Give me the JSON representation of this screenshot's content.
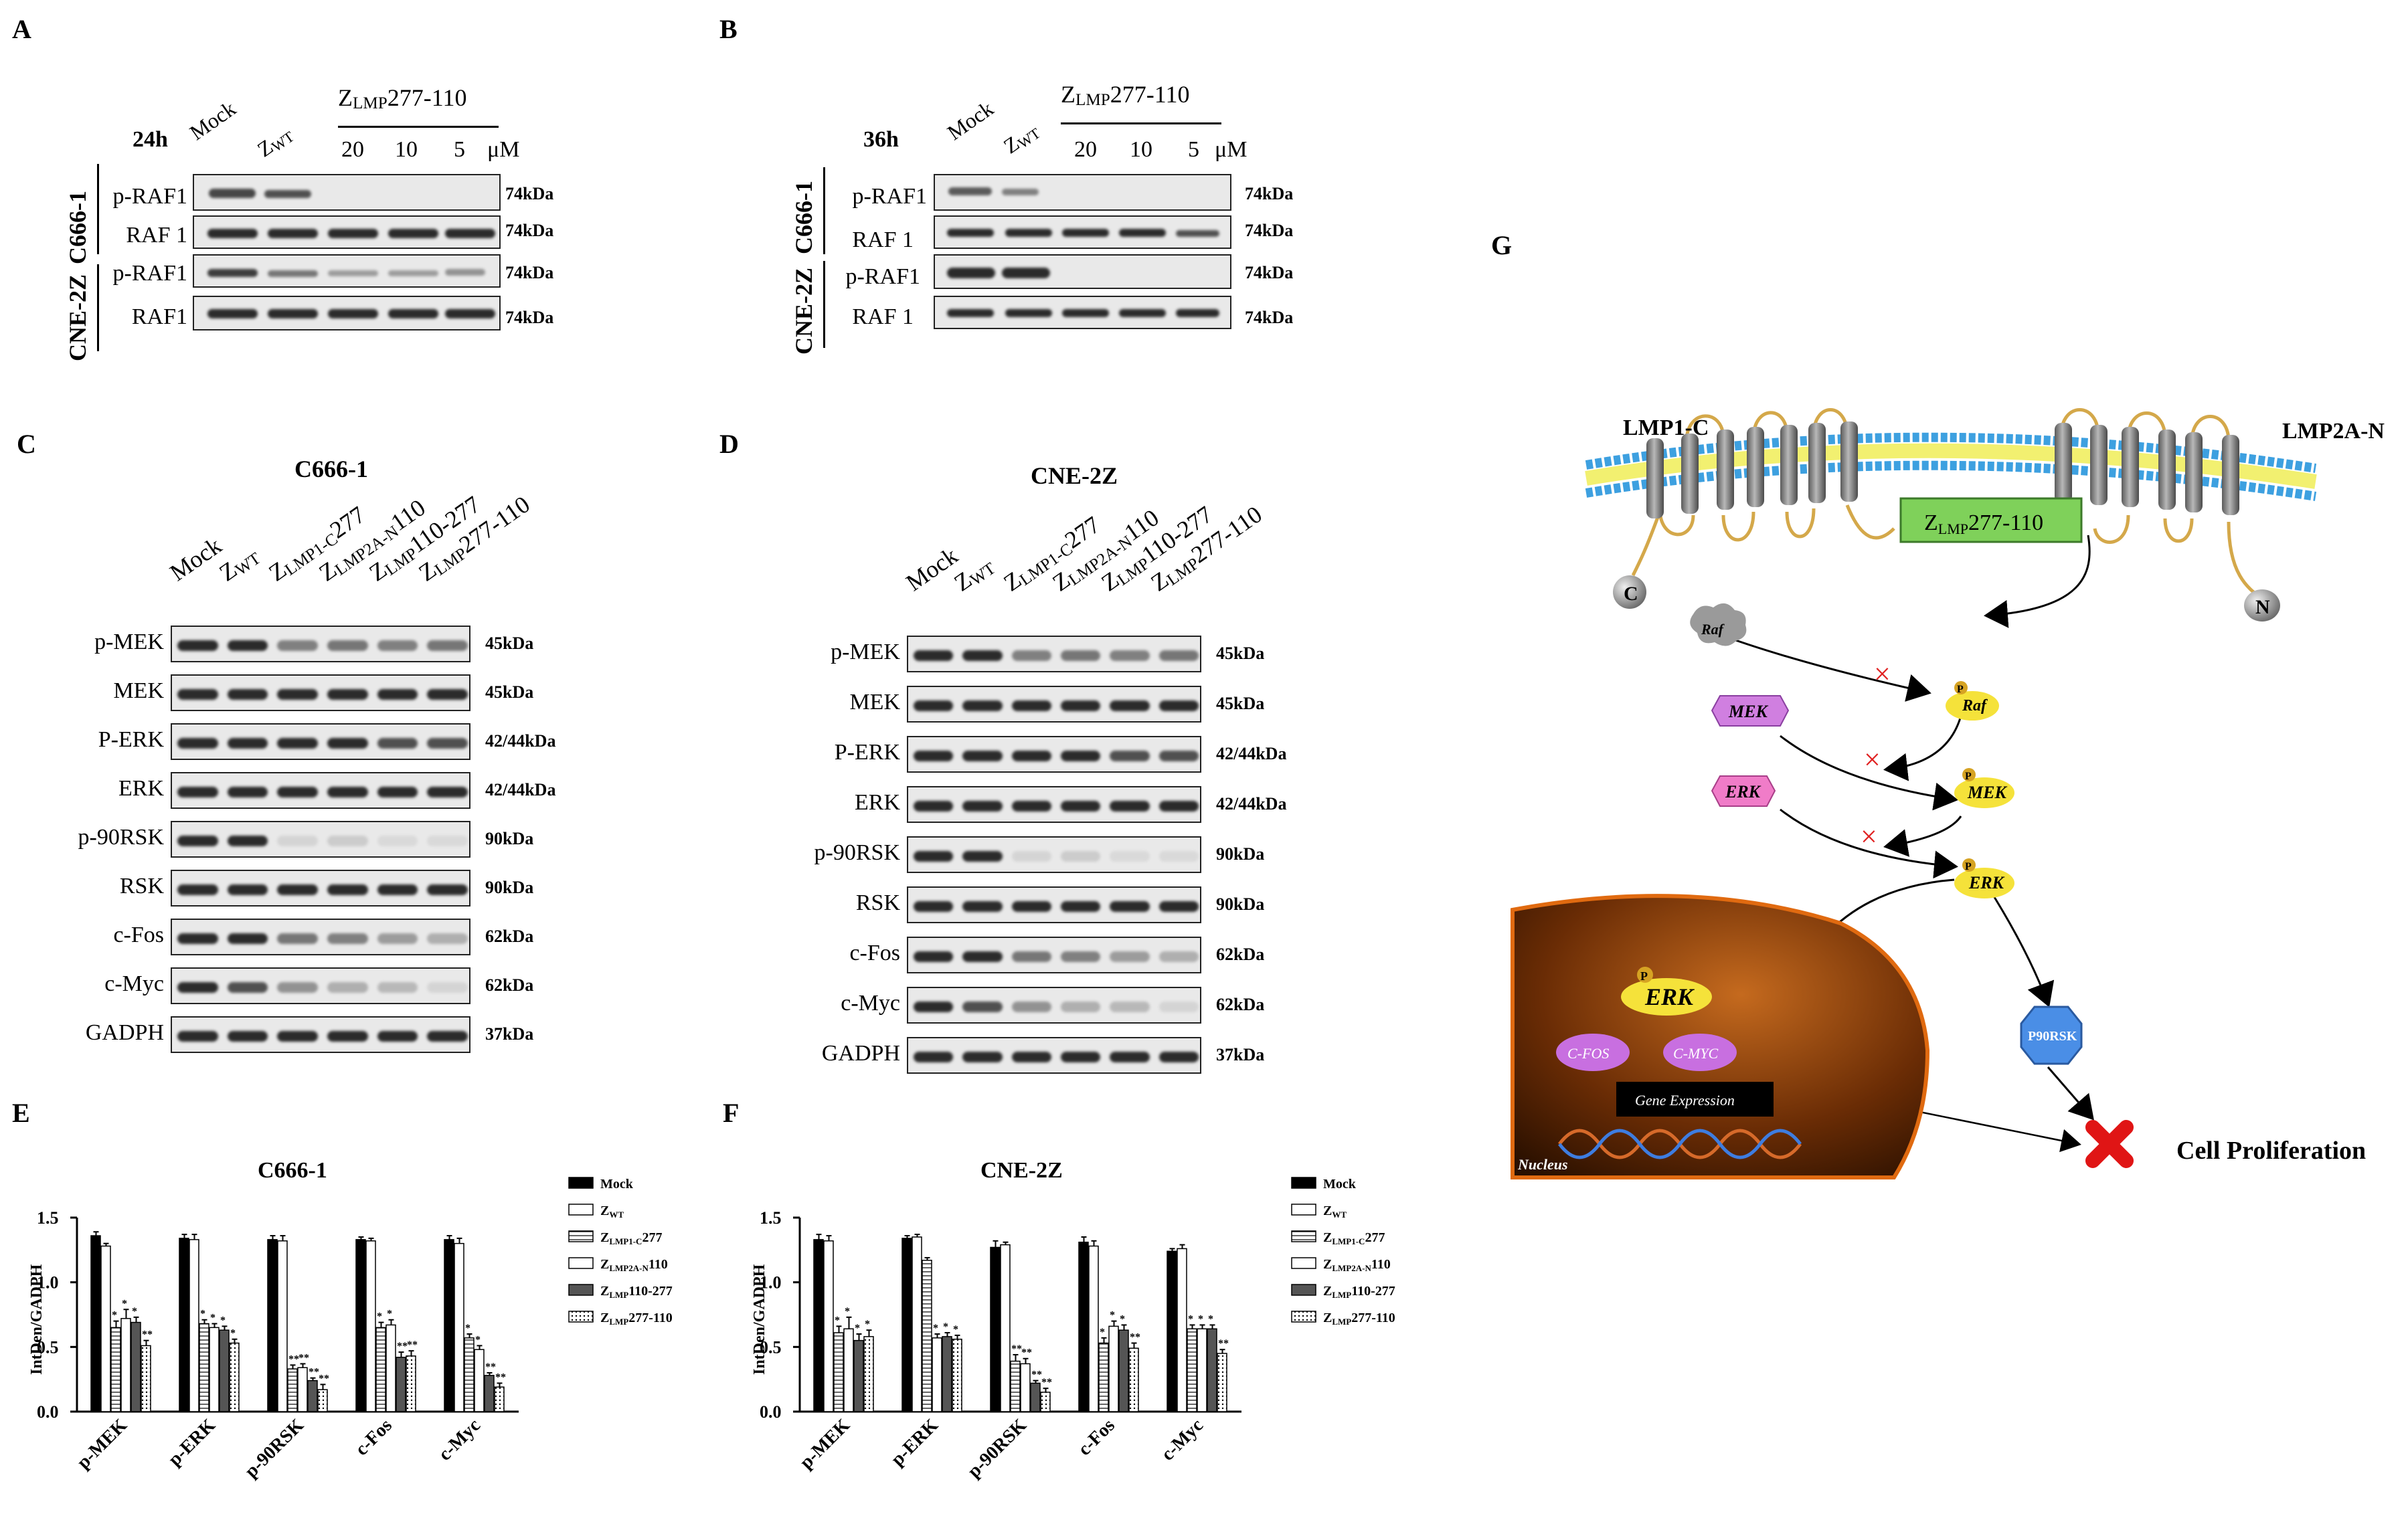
{
  "panels": {
    "A": {
      "letter": "A",
      "time": "24h",
      "group_label": "Z",
      "group_sub": "LMP",
      "group_rest": "277-110",
      "lanes": [
        "Mock",
        "Z",
        "20",
        "10",
        "5"
      ],
      "lane2_sub": "WT",
      "unit": "μM",
      "cells": [
        "C666-1",
        "CNE-2Z"
      ],
      "rows": [
        "p-RAF1",
        "RAF 1",
        "p-RAF1",
        "RAF1"
      ],
      "kda": [
        "74kDa",
        "74kDa",
        "74kDa",
        "74kDa"
      ]
    },
    "B": {
      "letter": "B",
      "time": "36h",
      "group_label": "Z",
      "group_sub": "LMP",
      "group_rest": "277-110",
      "lanes": [
        "Mock",
        "Z",
        "20",
        "10",
        "5"
      ],
      "lane2_sub": "WT",
      "unit": "μM",
      "cells": [
        "C666-1",
        "CNE-2Z"
      ],
      "rows": [
        "p-RAF1",
        "RAF 1",
        "p-RAF1",
        "RAF 1"
      ],
      "kda": [
        "74kDa",
        "74kDa",
        "74kDa",
        "74kDa"
      ]
    },
    "C": {
      "letter": "C",
      "title": "C666-1",
      "lanes": [
        {
          "main": "Mock",
          "sub": "",
          "rest": ""
        },
        {
          "main": "Z",
          "sub": "WT",
          "rest": ""
        },
        {
          "main": "Z",
          "sub": "LMP1-C",
          "rest": "277"
        },
        {
          "main": "Z",
          "sub": "LMP2A-N",
          "rest": "110"
        },
        {
          "main": "Z",
          "sub": "LMP",
          "rest": "110-277"
        },
        {
          "main": "Z",
          "sub": "LMP",
          "rest": "277-110"
        }
      ],
      "rows": [
        "p-MEK",
        "MEK",
        "P-ERK",
        "ERK",
        "p-90RSK",
        "RSK",
        "c-Fos",
        "c-Myc",
        "GADPH"
      ],
      "kda": [
        "45kDa",
        "45kDa",
        "42/44kDa",
        "42/44kDa",
        "90kDa",
        "90kDa",
        "62kDa",
        "62kDa",
        "37kDa"
      ]
    },
    "D": {
      "letter": "D",
      "title": "CNE-2Z",
      "lanes": [
        {
          "main": "Mock",
          "sub": "",
          "rest": ""
        },
        {
          "main": "Z",
          "sub": "WT",
          "rest": ""
        },
        {
          "main": "Z",
          "sub": "LMP1-C",
          "rest": "277"
        },
        {
          "main": "Z",
          "sub": "LMP2A-N",
          "rest": "110"
        },
        {
          "main": "Z",
          "sub": "LMP",
          "rest": "110-277"
        },
        {
          "main": "Z",
          "sub": "LMP",
          "rest": "277-110"
        }
      ],
      "rows": [
        "p-MEK",
        "MEK",
        "P-ERK",
        "ERK",
        "p-90RSK",
        "RSK",
        "c-Fos",
        "c-Myc",
        "GADPH"
      ],
      "kda": [
        "45kDa",
        "45kDa",
        "42/44kDa",
        "42/44kDa",
        "90kDa",
        "90kDa",
        "62kDa",
        "62kDa",
        "37kDa"
      ]
    },
    "E": {
      "letter": "E"
    },
    "F": {
      "letter": "F"
    },
    "G": {
      "letter": "G",
      "left_label": "LMP1-C",
      "right_label": "LMP2A-N",
      "c_term": "C",
      "n_term": "N",
      "peptide_main": "Z",
      "peptide_sub": "LMP",
      "peptide_rest": "277-110",
      "nodes": [
        "Raf",
        "Raf",
        "MEK",
        "MEK",
        "ERK",
        "ERK",
        "ERK",
        "C-FOS",
        "C-MYC",
        "P90RSK"
      ],
      "p_mark": "P",
      "gene_expression": "Gene Expression",
      "nucleus": "Nucleus",
      "outcome": "Cell Proliferation",
      "block_mark": "×"
    }
  },
  "chart_data": [
    {
      "type": "bar",
      "title": "C666-1",
      "ylabel": "IntDen/GADPH",
      "ylim": [
        0,
        1.5
      ],
      "yticks": [
        "0.0",
        "0.5",
        "1.0",
        "1.5"
      ],
      "categories": [
        "p-MEK",
        "p-ERK",
        "p-90RSK",
        "c-Fos",
        "c-Myc"
      ],
      "series": [
        {
          "name": "Mock",
          "values": [
            1.36,
            1.34,
            1.33,
            1.33,
            1.33
          ],
          "err": [
            0.03,
            0.03,
            0.03,
            0.02,
            0.03
          ],
          "sig": [
            "",
            "",
            "",
            "",
            ""
          ]
        },
        {
          "name": "Z_WT",
          "values": [
            1.28,
            1.33,
            1.32,
            1.32,
            1.3
          ],
          "err": [
            0.02,
            0.04,
            0.04,
            0.02,
            0.04
          ],
          "sig": [
            "",
            "",
            "",
            "",
            ""
          ]
        },
        {
          "name": "Z_LMP1-C 277",
          "values": [
            0.65,
            0.68,
            0.33,
            0.65,
            0.57
          ],
          "err": [
            0.05,
            0.03,
            0.03,
            0.04,
            0.03
          ],
          "sig": [
            "*",
            "*",
            "**",
            "*",
            "*"
          ]
        },
        {
          "name": "Z_LMP2A-N 110",
          "values": [
            0.72,
            0.65,
            0.34,
            0.67,
            0.48
          ],
          "err": [
            0.07,
            0.03,
            0.03,
            0.04,
            0.03
          ],
          "sig": [
            "*",
            "*",
            "**",
            "*",
            "*"
          ]
        },
        {
          "name": "Z_LMP 110-277",
          "values": [
            0.69,
            0.63,
            0.24,
            0.42,
            0.28
          ],
          "err": [
            0.04,
            0.03,
            0.02,
            0.04,
            0.02
          ],
          "sig": [
            "*",
            "*",
            "**",
            "**",
            "**"
          ]
        },
        {
          "name": "Z_LMP 277-110",
          "values": [
            0.51,
            0.53,
            0.17,
            0.43,
            0.19
          ],
          "err": [
            0.04,
            0.03,
            0.04,
            0.04,
            0.03
          ],
          "sig": [
            "**",
            "*",
            "**",
            "**",
            "**"
          ]
        }
      ],
      "colors": [
        "#000000",
        "#ffffff",
        "#bfbfbf",
        "#ffffff",
        "#555555",
        "#ffffff"
      ],
      "legend": [
        "Mock",
        "Z",
        "Z",
        "Z",
        "Z",
        "Z"
      ],
      "legend_sub": [
        "",
        "WT",
        "LMP1-C",
        "LMP2A-N",
        "LMP",
        "LMP"
      ],
      "legend_rest": [
        "",
        "",
        "277",
        "110",
        "110-277",
        "277-110"
      ]
    },
    {
      "type": "bar",
      "title": "CNE-2Z",
      "ylabel": "IntDen/GADPH",
      "ylim": [
        0,
        1.5
      ],
      "yticks": [
        "0.0",
        "0.5",
        "1.0",
        "1.5"
      ],
      "categories": [
        "p-MEK",
        "p-ERK",
        "p-90RSK",
        "c-Fos",
        "c-Myc"
      ],
      "series": [
        {
          "name": "Mock",
          "values": [
            1.33,
            1.34,
            1.27,
            1.31,
            1.24
          ],
          "err": [
            0.04,
            0.02,
            0.05,
            0.04,
            0.02
          ],
          "sig": [
            "",
            "",
            "",
            "",
            ""
          ]
        },
        {
          "name": "Z_WT",
          "values": [
            1.32,
            1.35,
            1.29,
            1.28,
            1.26
          ],
          "err": [
            0.04,
            0.02,
            0.02,
            0.04,
            0.03
          ],
          "sig": [
            "",
            "",
            "",
            "",
            ""
          ]
        },
        {
          "name": "Z_LMP1-C 277",
          "values": [
            0.61,
            1.17,
            0.39,
            0.53,
            0.64
          ],
          "err": [
            0.05,
            0.02,
            0.05,
            0.04,
            0.03
          ],
          "sig": [
            "*",
            "",
            "**",
            "*",
            "*"
          ]
        },
        {
          "name": "Z_LMP2A-N 110",
          "values": [
            0.64,
            0.57,
            0.37,
            0.66,
            0.64
          ],
          "err": [
            0.09,
            0.03,
            0.04,
            0.04,
            0.03
          ],
          "sig": [
            "*",
            "*",
            "**",
            "*",
            "*"
          ]
        },
        {
          "name": "Z_LMP 110-277",
          "values": [
            0.55,
            0.58,
            0.22,
            0.63,
            0.64
          ],
          "err": [
            0.05,
            0.03,
            0.02,
            0.04,
            0.03
          ],
          "sig": [
            "*",
            "*",
            "**",
            "*",
            "*"
          ]
        },
        {
          "name": "Z_LMP 277-110",
          "values": [
            0.58,
            0.56,
            0.15,
            0.49,
            0.45
          ],
          "err": [
            0.05,
            0.03,
            0.03,
            0.04,
            0.03
          ],
          "sig": [
            "*",
            "*",
            "**",
            "**",
            "**"
          ]
        }
      ],
      "colors": [
        "#000000",
        "#ffffff",
        "#bfbfbf",
        "#ffffff",
        "#555555",
        "#ffffff"
      ],
      "legend": [
        "Mock",
        "Z",
        "Z",
        "Z",
        "Z",
        "Z"
      ],
      "legend_sub": [
        "",
        "WT",
        "LMP1-C",
        "LMP2A-N",
        "LMP",
        "LMP"
      ],
      "legend_rest": [
        "",
        "",
        "277",
        "110",
        "110-277",
        "277-110"
      ]
    }
  ]
}
